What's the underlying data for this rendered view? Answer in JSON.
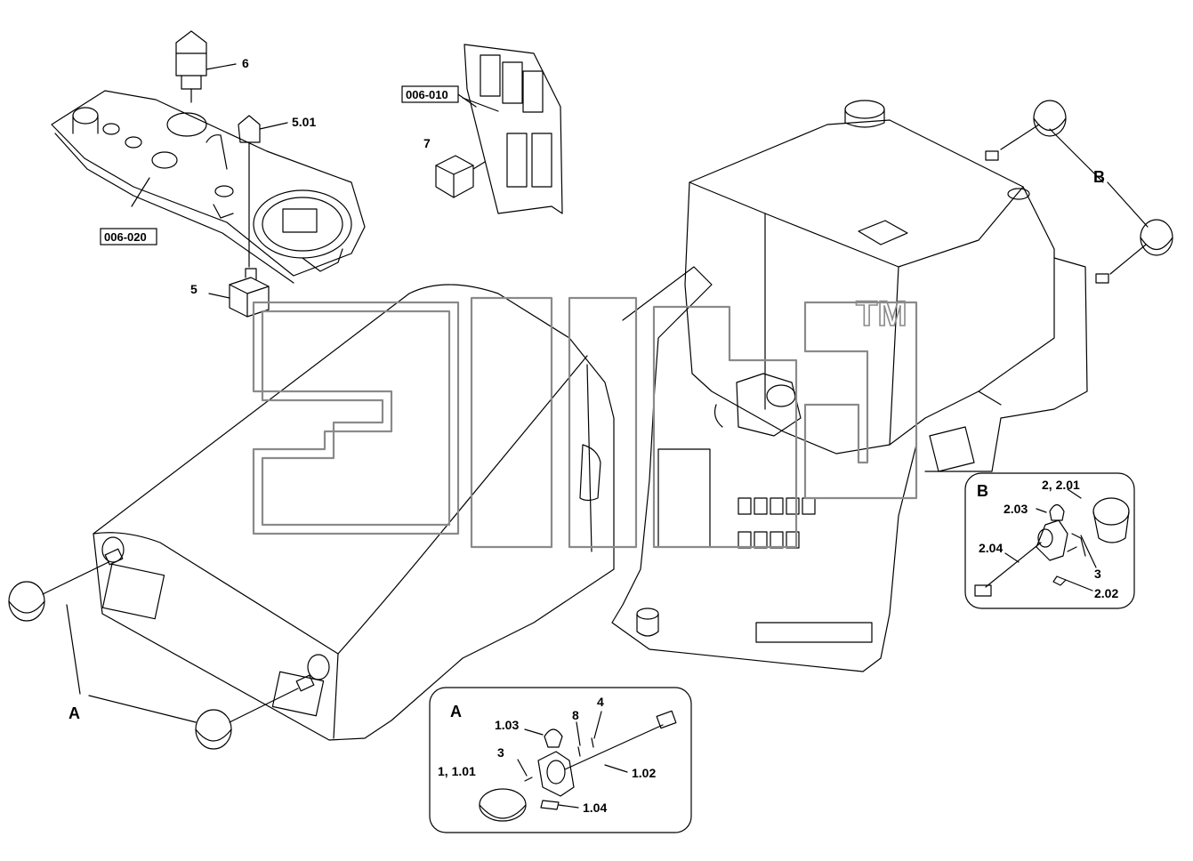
{
  "labels": {
    "p6": "6",
    "p5_01": "5.01",
    "p5": "5",
    "p7": "7",
    "ref_006_020": "006-020",
    "ref_006_010": "006-010",
    "B_main": "B",
    "A_main": "A",
    "tm": "TM"
  },
  "detail_b": {
    "title": "B",
    "p2_201": "2, 2.01",
    "p2_03": "2.03",
    "p2_04": "2.04",
    "p3": "3",
    "p2_02": "2.02"
  },
  "detail_a": {
    "title": "A",
    "p1_03": "1.03",
    "p8": "8",
    "p4": "4",
    "p3": "3",
    "p1_101": "1, 1.01",
    "p1_02": "1.02",
    "p1_04": "1.04"
  },
  "colors": {
    "line": "#000000",
    "watermark": "#8a8a8a",
    "background": "#ffffff"
  }
}
